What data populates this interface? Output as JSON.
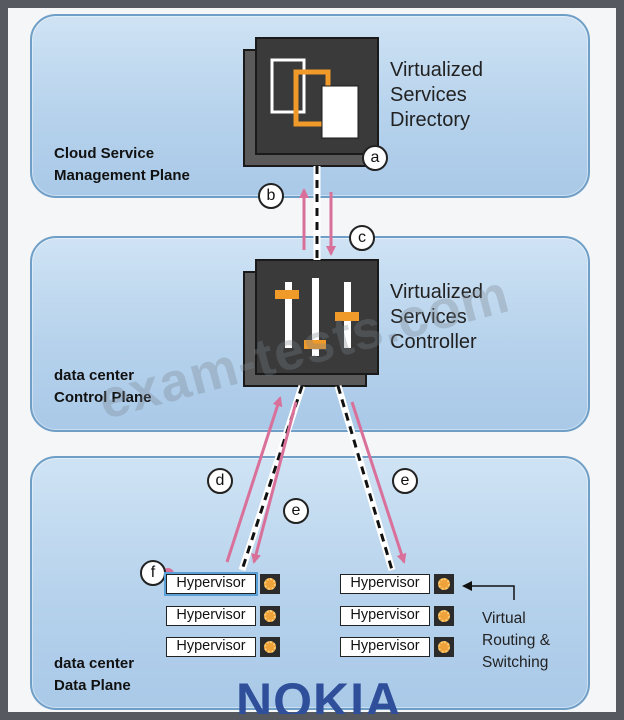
{
  "planes": {
    "management": {
      "label_line1": "Cloud Service",
      "label_line2": "Management Plane"
    },
    "control": {
      "label_line1": "data center",
      "label_line2": "Control Plane"
    },
    "data": {
      "label_line1": "data center",
      "label_line2": "Data Plane"
    }
  },
  "directory": {
    "line1": "Virtualized",
    "line2": "Services",
    "line3": "Directory"
  },
  "controller": {
    "line1": "Virtualized",
    "line2": "Services",
    "line3": "Controller"
  },
  "letters": {
    "a": "a",
    "b": "b",
    "c": "c",
    "d": "d",
    "e1": "e",
    "e2": "e",
    "f": "f"
  },
  "hypervisors": {
    "left": [
      "Hypervisor",
      "Hypervisor",
      "Hypervisor"
    ],
    "right": [
      "Hypervisor",
      "Hypervisor",
      "Hypervisor"
    ]
  },
  "vrs_label": {
    "line1": "Virtual",
    "line2": "Routing &",
    "line3": "Switching"
  },
  "watermark": "exam-tests.com",
  "logo": "NOKIA",
  "colors": {
    "arrow_pink": "#d9709a",
    "plane_blue": "#b6d2ec",
    "accent_orange": "#f09a2a",
    "box_dark": "#3a3a3a"
  },
  "icons": {
    "hypervisor_icon": "gear-icon",
    "directory_icon": "stacked-windows-icon",
    "controller_icon": "sliders-icon"
  }
}
